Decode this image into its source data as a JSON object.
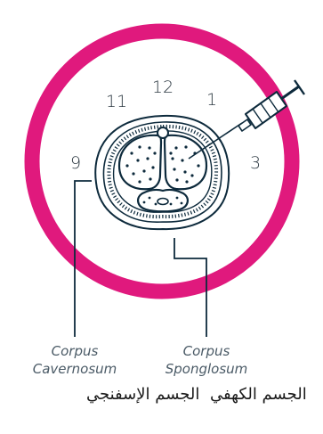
{
  "colors": {
    "ring": "#e0197d",
    "line": "#0d2a3c"
  },
  "clock": {
    "twelve": "12",
    "eleven": "11",
    "one": "1",
    "nine": "9",
    "three": "3"
  },
  "labels": {
    "cavernosum": {
      "line1": "Corpus",
      "line2": "Cavernosum"
    },
    "spongiosum": {
      "line1": "Corpus",
      "line2": "Sponglosum"
    }
  },
  "arabic": {
    "cavernosum": "الجسم الكهفي",
    "spongiosum": "الجسم الإسفنجي"
  }
}
